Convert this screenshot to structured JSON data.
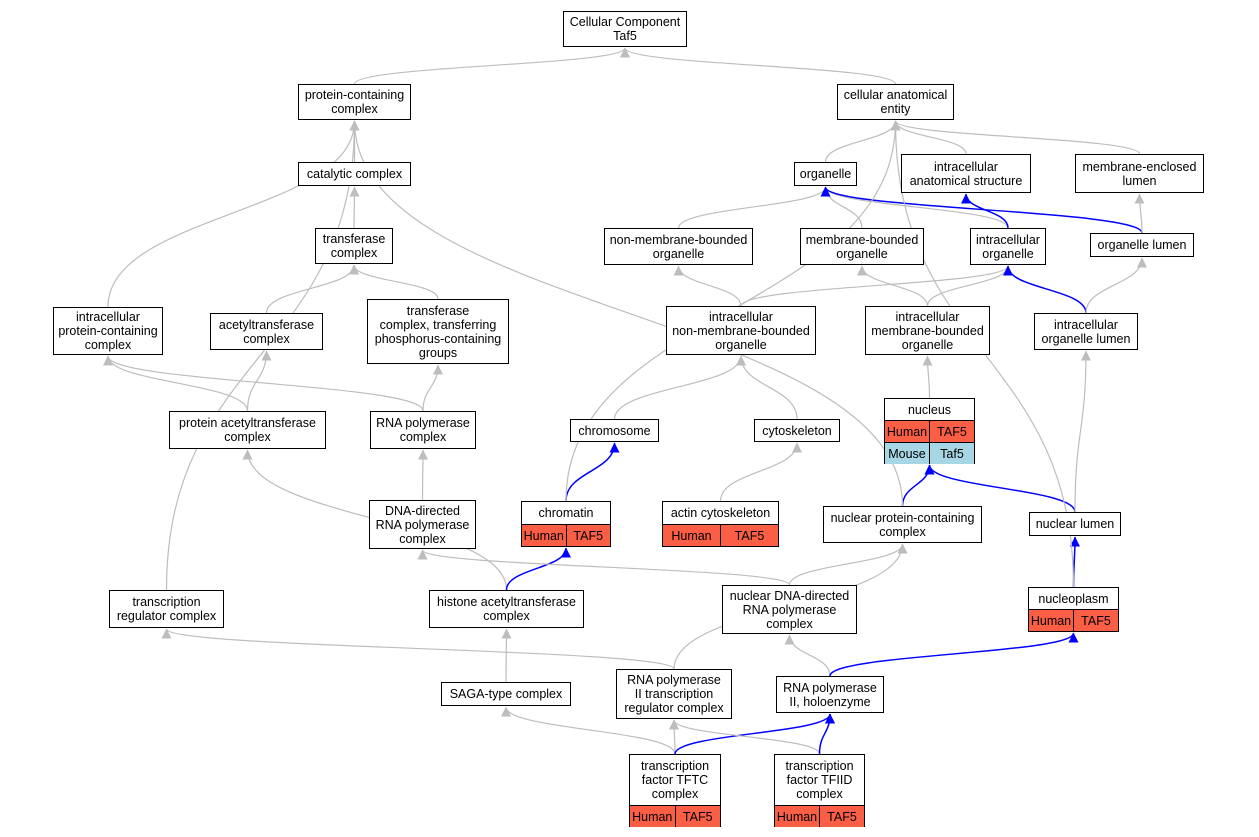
{
  "colors": {
    "human_row": "#fa5e45",
    "mouse_row": "#a7d6e4",
    "is_a_edge": "#bdbdbd",
    "part_of_edge": "#0000ff"
  },
  "nodes": [
    {
      "id": "root",
      "label": "Cellular Component\nTaf5"
    },
    {
      "id": "protein_containing_complex",
      "label": "protein-containing\ncomplex"
    },
    {
      "id": "cellular_anatomical_entity",
      "label": "cellular anatomical\nentity"
    },
    {
      "id": "catalytic_complex",
      "label": "catalytic complex"
    },
    {
      "id": "organelle",
      "label": "organelle"
    },
    {
      "id": "intracellular_anatomical_structure",
      "label": "intracellular\nanatomical structure"
    },
    {
      "id": "membrane_enclosed_lumen",
      "label": "membrane-enclosed\nlumen"
    },
    {
      "id": "transferase_complex",
      "label": "transferase\ncomplex"
    },
    {
      "id": "non_membrane_bounded_organelle",
      "label": "non-membrane-bounded\norganelle"
    },
    {
      "id": "membrane_bounded_organelle",
      "label": "membrane-bounded\norganelle"
    },
    {
      "id": "intracellular_organelle",
      "label": "intracellular\norganelle"
    },
    {
      "id": "organelle_lumen",
      "label": "organelle lumen"
    },
    {
      "id": "intracellular_protein_containing_complex",
      "label": "intracellular\nprotein-containing\ncomplex"
    },
    {
      "id": "acetyltransferase_complex",
      "label": "acetyltransferase\ncomplex"
    },
    {
      "id": "transferase_complex_phospho",
      "label": "transferase\ncomplex, transferring\nphosphorus-containing\ngroups"
    },
    {
      "id": "intracellular_non_membrane_bounded_organelle",
      "label": "intracellular\nnon-membrane-bounded\norganelle"
    },
    {
      "id": "intracellular_membrane_bounded_organelle",
      "label": "intracellular\nmembrane-bounded\norganelle"
    },
    {
      "id": "intracellular_organelle_lumen",
      "label": "intracellular\norganelle lumen"
    },
    {
      "id": "protein_acetyltransferase_complex",
      "label": "protein acetyltransferase\ncomplex"
    },
    {
      "id": "rna_polymerase_complex",
      "label": "RNA polymerase\ncomplex"
    },
    {
      "id": "chromosome",
      "label": "chromosome"
    },
    {
      "id": "cytoskeleton",
      "label": "cytoskeleton"
    },
    {
      "id": "nucleus",
      "label": "nucleus",
      "rows": [
        [
          "Human",
          "TAF5"
        ],
        [
          "Mouse",
          "Taf5"
        ]
      ]
    },
    {
      "id": "dna_directed_rna_polymerase_complex",
      "label": "DNA-directed\nRNA polymerase\ncomplex"
    },
    {
      "id": "chromatin",
      "label": "chromatin",
      "rows": [
        [
          "Human",
          "TAF5"
        ]
      ]
    },
    {
      "id": "actin_cytoskeleton",
      "label": "actin cytoskeleton",
      "rows": [
        [
          "Human",
          "TAF5"
        ]
      ]
    },
    {
      "id": "nuclear_protein_containing_complex",
      "label": "nuclear protein-containing\ncomplex"
    },
    {
      "id": "nuclear_lumen",
      "label": "nuclear lumen"
    },
    {
      "id": "transcription_regulator_complex",
      "label": "transcription\nregulator complex"
    },
    {
      "id": "histone_acetyltransferase_complex",
      "label": "histone acetyltransferase\ncomplex"
    },
    {
      "id": "nuclear_dna_directed_rna_polymerase_complex",
      "label": "nuclear DNA-directed\nRNA polymerase\ncomplex"
    },
    {
      "id": "nucleoplasm",
      "label": "nucleoplasm",
      "rows": [
        [
          "Human",
          "TAF5"
        ]
      ]
    },
    {
      "id": "saga_type_complex",
      "label": "SAGA-type complex"
    },
    {
      "id": "rna_pol_ii_transcription_regulator_complex",
      "label": "RNA polymerase\nII transcription\nregulator complex"
    },
    {
      "id": "rna_pol_ii_holoenzyme",
      "label": "RNA polymerase\nII, holoenzyme"
    },
    {
      "id": "tftc_complex",
      "label": "transcription\nfactor TFTC\ncomplex",
      "rows": [
        [
          "Human",
          "TAF5"
        ]
      ]
    },
    {
      "id": "tfiid_complex",
      "label": "transcription\nfactor TFIID\ncomplex",
      "rows": [
        [
          "Human",
          "TAF5"
        ]
      ]
    }
  ],
  "edges": [
    {
      "from": "protein_containing_complex",
      "to": "root",
      "type": "is_a"
    },
    {
      "from": "cellular_anatomical_entity",
      "to": "root",
      "type": "is_a"
    },
    {
      "from": "catalytic_complex",
      "to": "protein_containing_complex",
      "type": "is_a"
    },
    {
      "from": "transferase_complex",
      "to": "catalytic_complex",
      "type": "is_a"
    },
    {
      "from": "organelle",
      "to": "cellular_anatomical_entity",
      "type": "is_a"
    },
    {
      "from": "intracellular_anatomical_structure",
      "to": "cellular_anatomical_entity",
      "type": "is_a"
    },
    {
      "from": "membrane_enclosed_lumen",
      "to": "cellular_anatomical_entity",
      "type": "is_a"
    },
    {
      "from": "non_membrane_bounded_organelle",
      "to": "organelle",
      "type": "is_a"
    },
    {
      "from": "membrane_bounded_organelle",
      "to": "organelle",
      "type": "is_a"
    },
    {
      "from": "intracellular_organelle",
      "to": "organelle",
      "type": "is_a"
    },
    {
      "from": "intracellular_organelle",
      "to": "intracellular_anatomical_structure",
      "type": "part_of"
    },
    {
      "from": "organelle_lumen",
      "to": "organelle",
      "type": "part_of"
    },
    {
      "from": "organelle_lumen",
      "to": "membrane_enclosed_lumen",
      "type": "is_a"
    },
    {
      "from": "intracellular_protein_containing_complex",
      "to": "protein_containing_complex",
      "type": "is_a"
    },
    {
      "from": "acetyltransferase_complex",
      "to": "transferase_complex",
      "type": "is_a"
    },
    {
      "from": "transferase_complex_phospho",
      "to": "transferase_complex",
      "type": "is_a"
    },
    {
      "from": "intracellular_non_membrane_bounded_organelle",
      "to": "non_membrane_bounded_organelle",
      "type": "is_a"
    },
    {
      "from": "intracellular_non_membrane_bounded_organelle",
      "to": "intracellular_organelle",
      "type": "is_a"
    },
    {
      "from": "intracellular_membrane_bounded_organelle",
      "to": "membrane_bounded_organelle",
      "type": "is_a"
    },
    {
      "from": "intracellular_membrane_bounded_organelle",
      "to": "intracellular_organelle",
      "type": "is_a"
    },
    {
      "from": "intracellular_organelle_lumen",
      "to": "intracellular_organelle",
      "type": "part_of"
    },
    {
      "from": "intracellular_organelle_lumen",
      "to": "organelle_lumen",
      "type": "is_a"
    },
    {
      "from": "protein_acetyltransferase_complex",
      "to": "acetyltransferase_complex",
      "type": "is_a"
    },
    {
      "from": "protein_acetyltransferase_complex",
      "to": "intracellular_protein_containing_complex",
      "type": "is_a"
    },
    {
      "from": "rna_polymerase_complex",
      "to": "transferase_complex_phospho",
      "type": "is_a"
    },
    {
      "from": "rna_polymerase_complex",
      "to": "intracellular_protein_containing_complex",
      "type": "is_a"
    },
    {
      "from": "chromosome",
      "to": "intracellular_non_membrane_bounded_organelle",
      "type": "is_a"
    },
    {
      "from": "cytoskeleton",
      "to": "intracellular_non_membrane_bounded_organelle",
      "type": "is_a"
    },
    {
      "from": "nucleus",
      "to": "intracellular_membrane_bounded_organelle",
      "type": "is_a"
    },
    {
      "from": "dna_directed_rna_polymerase_complex",
      "to": "rna_polymerase_complex",
      "type": "is_a"
    },
    {
      "from": "chromatin",
      "to": "chromosome",
      "type": "part_of"
    },
    {
      "from": "chromatin",
      "to": "cellular_anatomical_entity",
      "type": "is_a"
    },
    {
      "from": "actin_cytoskeleton",
      "to": "cytoskeleton",
      "type": "is_a"
    },
    {
      "from": "nuclear_protein_containing_complex",
      "to": "nucleus",
      "type": "part_of"
    },
    {
      "from": "nuclear_protein_containing_complex",
      "to": "protein_containing_complex",
      "type": "is_a"
    },
    {
      "from": "nuclear_lumen",
      "to": "nucleus",
      "type": "part_of"
    },
    {
      "from": "nuclear_lumen",
      "to": "intracellular_organelle_lumen",
      "type": "is_a"
    },
    {
      "from": "transcription_regulator_complex",
      "to": "protein_containing_complex",
      "type": "is_a"
    },
    {
      "from": "histone_acetyltransferase_complex",
      "to": "protein_acetyltransferase_complex",
      "type": "is_a"
    },
    {
      "from": "histone_acetyltransferase_complex",
      "to": "chromatin",
      "type": "part_of"
    },
    {
      "from": "nuclear_dna_directed_rna_polymerase_complex",
      "to": "dna_directed_rna_polymerase_complex",
      "type": "is_a"
    },
    {
      "from": "nuclear_dna_directed_rna_polymerase_complex",
      "to": "nuclear_protein_containing_complex",
      "type": "is_a"
    },
    {
      "from": "nucleoplasm",
      "to": "nuclear_lumen",
      "type": "part_of"
    },
    {
      "from": "nucleoplasm",
      "to": "cellular_anatomical_entity",
      "type": "is_a"
    },
    {
      "from": "saga_type_complex",
      "to": "histone_acetyltransferase_complex",
      "type": "is_a"
    },
    {
      "from": "rna_pol_ii_transcription_regulator_complex",
      "to": "transcription_regulator_complex",
      "type": "is_a"
    },
    {
      "from": "rna_pol_ii_transcription_regulator_complex",
      "to": "nuclear_protein_containing_complex",
      "type": "is_a"
    },
    {
      "from": "rna_pol_ii_holoenzyme",
      "to": "nuclear_dna_directed_rna_polymerase_complex",
      "type": "is_a"
    },
    {
      "from": "rna_pol_ii_holoenzyme",
      "to": "nucleoplasm",
      "type": "part_of"
    },
    {
      "from": "tftc_complex",
      "to": "saga_type_complex",
      "type": "is_a"
    },
    {
      "from": "tftc_complex",
      "to": "rna_pol_ii_transcription_regulator_complex",
      "type": "is_a"
    },
    {
      "from": "tftc_complex",
      "to": "rna_pol_ii_holoenzyme",
      "type": "part_of"
    },
    {
      "from": "tfiid_complex",
      "to": "rna_pol_ii_transcription_regulator_complex",
      "type": "is_a"
    },
    {
      "from": "tfiid_complex",
      "to": "rna_pol_ii_holoenzyme",
      "type": "part_of"
    }
  ]
}
